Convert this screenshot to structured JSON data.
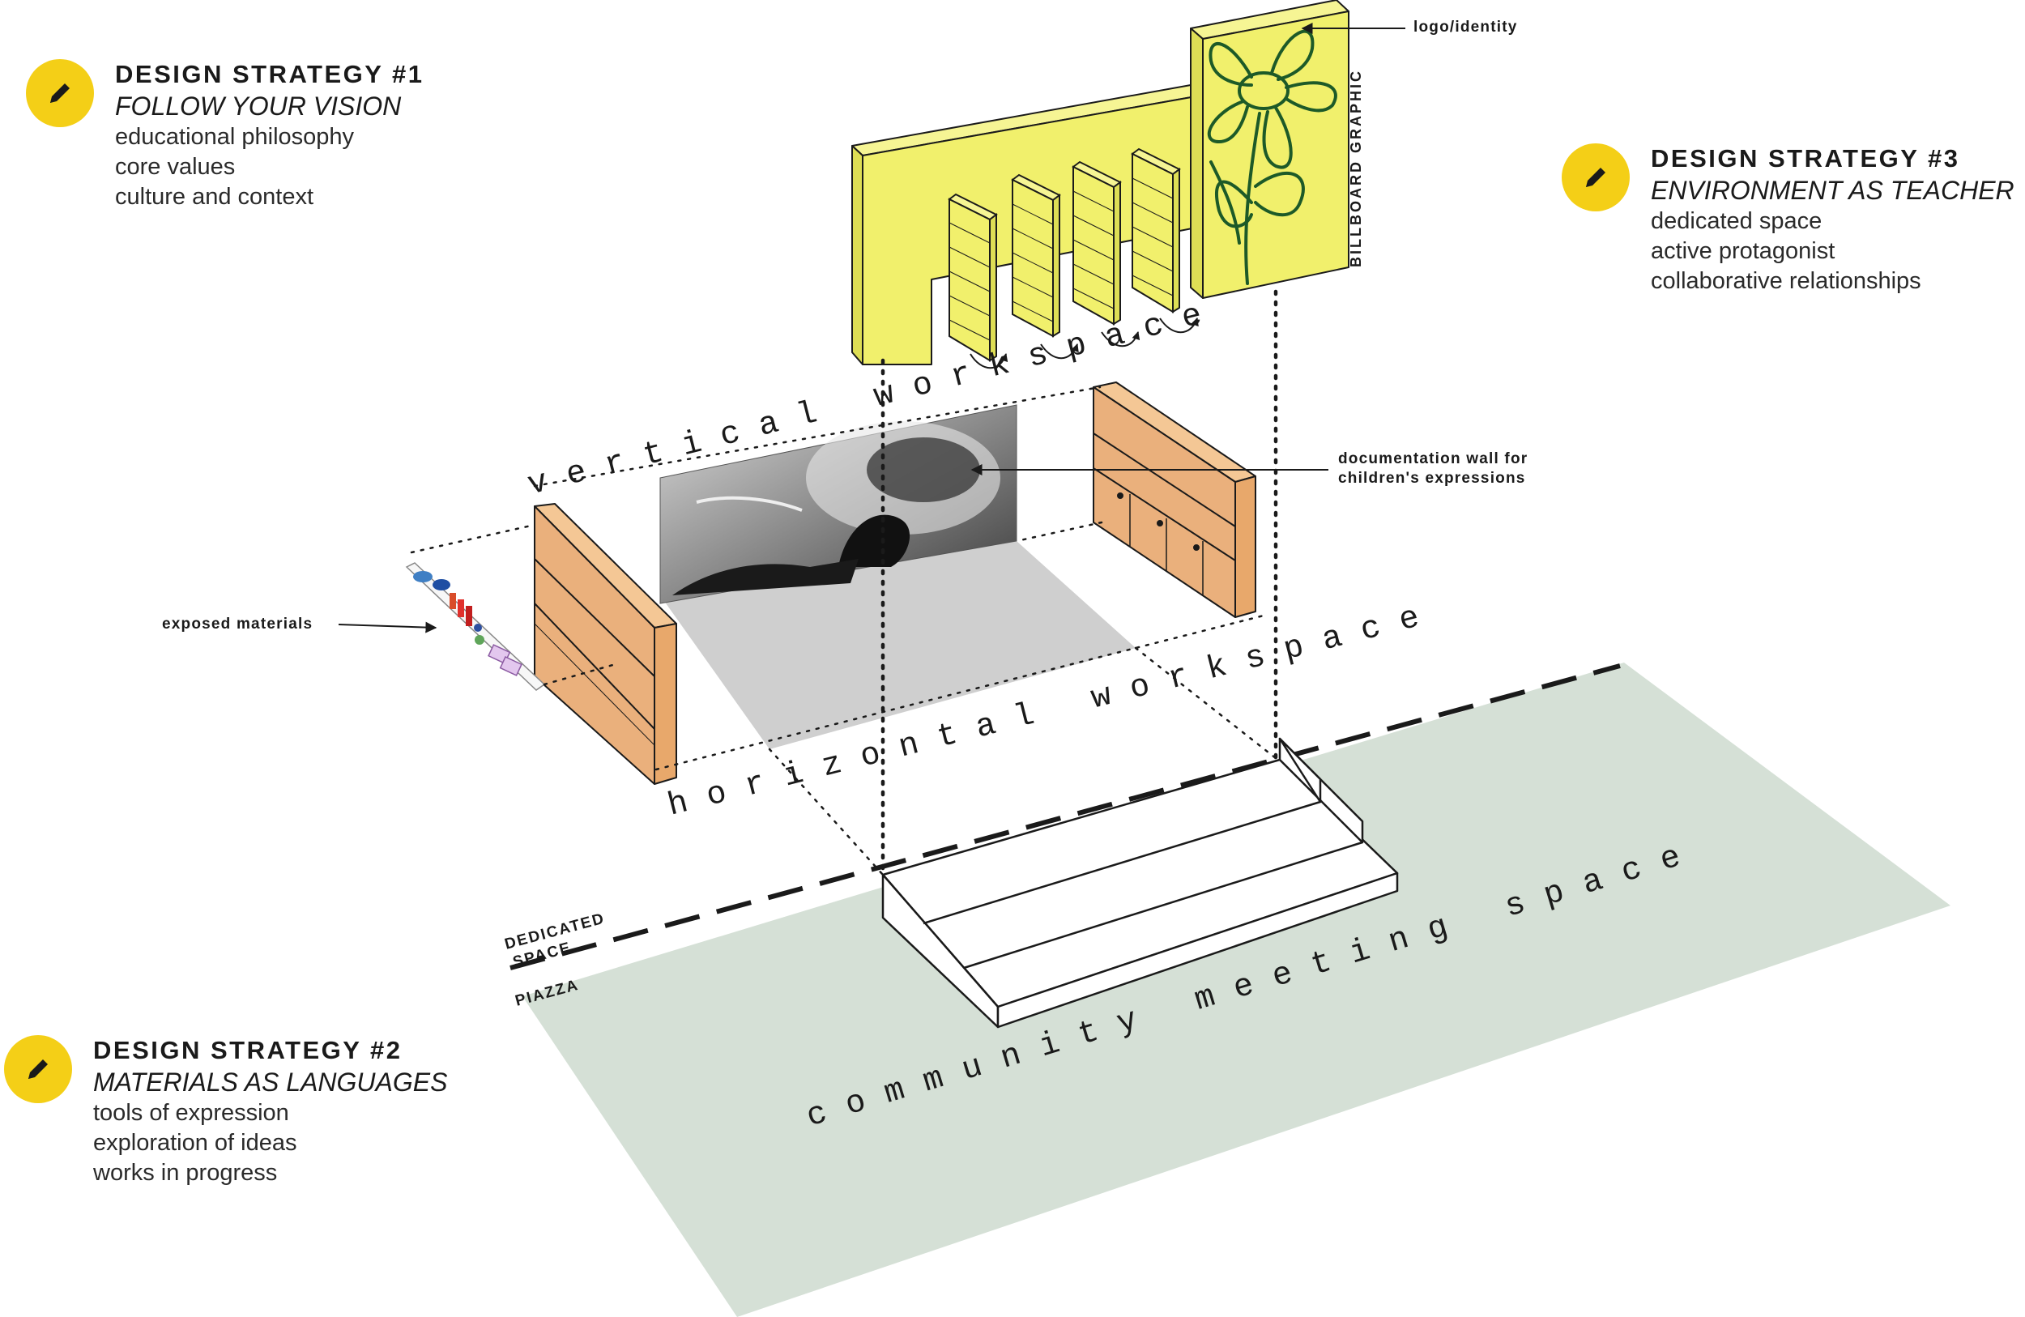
{
  "strategies": [
    {
      "title": "DESIGN STRATEGY #1",
      "subtitle": "FOLLOW YOUR VISION",
      "lines": [
        "educational philosophy",
        "core values",
        "culture and context"
      ],
      "icon": "pencil-icon"
    },
    {
      "title": "DESIGN STRATEGY #2",
      "subtitle": "MATERIALS AS LANGUAGES",
      "lines": [
        "tools of expression",
        "exploration of ideas",
        "works in progress"
      ],
      "icon": "pencil-icon"
    },
    {
      "title": "DESIGN STRATEGY #3",
      "subtitle": "ENVIRONMENT AS TEACHER",
      "lines": [
        "dedicated space",
        "active protagonist",
        "collaborative relationships"
      ],
      "icon": "pencil-icon"
    }
  ],
  "annotations": {
    "logo": "logo/identity",
    "billboard": "BILLBOARD GRAPHIC",
    "documentation_line1": "documentation wall for",
    "documentation_line2": "children's expressions",
    "exposed_materials": "exposed materials"
  },
  "zones": {
    "vertical_workspace": "vertical workspace",
    "horizontal_workspace": "horizontal workspace",
    "community_meeting_space": "community meeting space",
    "dedicated_line1": "DEDICATED",
    "dedicated_line2": "SPACE",
    "piazza": "PIAZZA"
  },
  "colors": {
    "accent_yellow": "#f4cf17",
    "wall_yellow": "#f1f06c",
    "flower_green": "#1d5a28",
    "cabinet_orange": "#eab07c",
    "floor_grey": "#cfcfcf",
    "piazza_green": "#d5e0d6"
  }
}
